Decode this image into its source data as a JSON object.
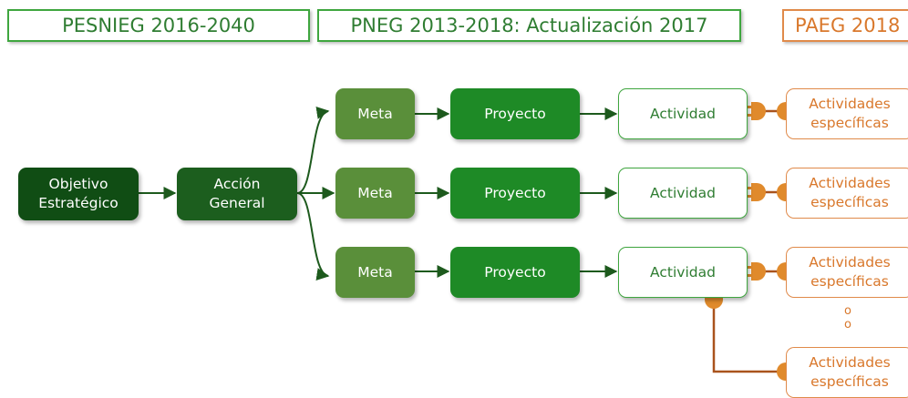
{
  "headers": {
    "pesnieg": "PESNIEG 2016-2040",
    "pneg": "PNEG 2013-2018: Actualización 2017",
    "paeg": "PAEG 2018"
  },
  "diagram": {
    "objetivo": [
      "Objetivo",
      "Estratégico"
    ],
    "accion": [
      "Acción",
      "General"
    ],
    "rows": [
      {
        "meta": "Meta",
        "proyecto": "Proyecto",
        "actividad": "Actividad",
        "especificas": [
          "Actividades",
          "específicas"
        ]
      },
      {
        "meta": "Meta",
        "proyecto": "Proyecto",
        "actividad": "Actividad",
        "especificas": [
          "Actividades",
          "específicas"
        ]
      },
      {
        "meta": "Meta",
        "proyecto": "Proyecto",
        "actividad": "Actividad",
        "especificas": [
          "Actividades",
          "específicas"
        ]
      }
    ],
    "extra_especificas": [
      "Actividades",
      "específicas"
    ],
    "ellipsis_marks": [
      "o",
      "o"
    ]
  },
  "colors": {
    "dark_green": "#104d14",
    "green": "#1e8a26",
    "olive": "#5a8f3a",
    "orange": "#d9782c",
    "connector": "#a9531d"
  }
}
